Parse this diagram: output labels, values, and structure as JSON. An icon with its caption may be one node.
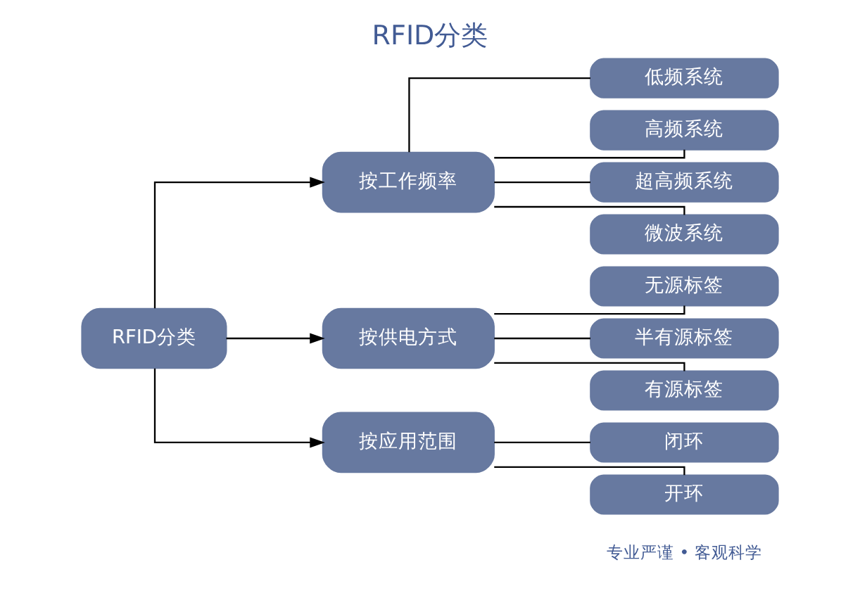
{
  "diagram": {
    "title": "RFID分类",
    "nodes": [
      {
        "text": [
          "RFID分类"
        ]
      },
      {
        "text": [
          "按工作频率"
        ]
      },
      {
        "text": [
          "按供电方式"
        ]
      },
      {
        "text": [
          "按应用范围"
        ]
      },
      {
        "text": [
          "低频系统"
        ]
      },
      {
        "text": [
          "高频系统"
        ]
      },
      {
        "text": [
          "超高频系统"
        ]
      },
      {
        "text": [
          "微波系统"
        ]
      },
      {
        "text": [
          "无源标签"
        ]
      },
      {
        "text": [
          "半有源标签"
        ]
      },
      {
        "text": [
          "有源标签"
        ]
      },
      {
        "text": [
          "闭环"
        ]
      },
      {
        "text": [
          "开环"
        ]
      }
    ],
    "edges": [
      {
        "from": 0,
        "to": 1,
        "arrow": "to"
      },
      {
        "from": 0,
        "to": 2,
        "arrow": "to"
      },
      {
        "from": 0,
        "to": 3,
        "arrow": "to"
      },
      {
        "from": 1,
        "to": 4,
        "arrow": "none"
      },
      {
        "from": 1,
        "to": 5,
        "arrow": "none"
      },
      {
        "from": 1,
        "to": 6,
        "arrow": "none"
      },
      {
        "from": 1,
        "to": 7,
        "arrow": "none"
      },
      {
        "from": 2,
        "to": 8,
        "arrow": "none"
      },
      {
        "from": 2,
        "to": 9,
        "arrow": "none"
      },
      {
        "from": 2,
        "to": 10,
        "arrow": "none"
      },
      {
        "from": 3,
        "to": 11,
        "arrow": "none"
      },
      {
        "from": 3,
        "to": 12,
        "arrow": "none"
      }
    ],
    "labels": [
      "专业严谨 • 客观科学"
    ]
  }
}
